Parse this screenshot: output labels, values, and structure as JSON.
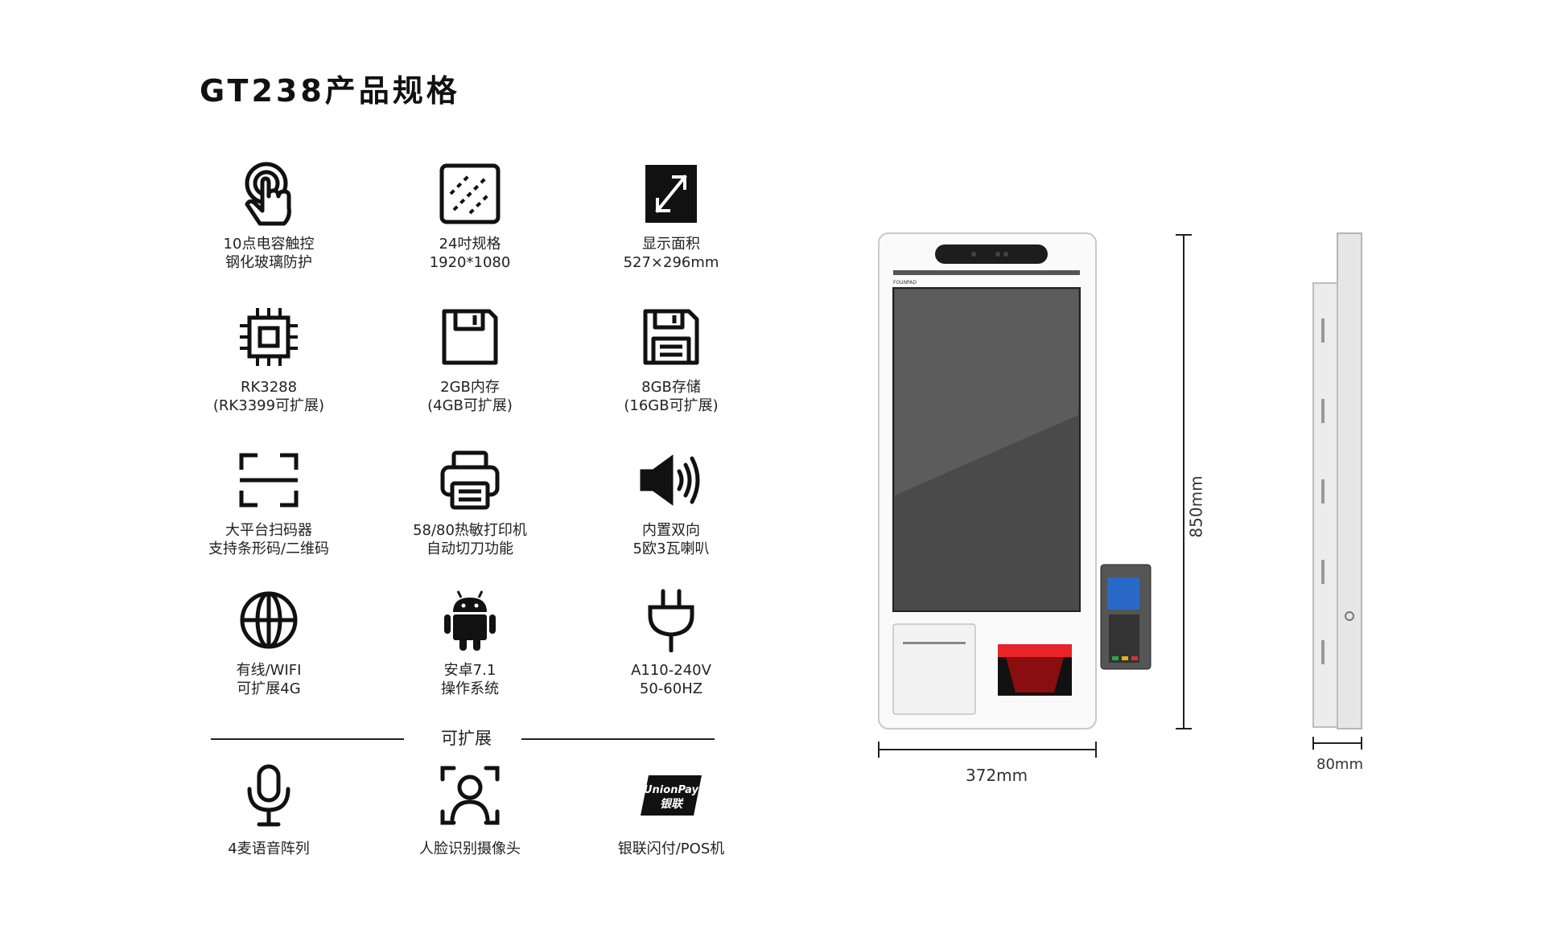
{
  "title": "GT238产品规格",
  "specs": [
    {
      "icon": "touch-hand-icon",
      "lines": [
        "10点电容触控",
        "钢化玻璃防护"
      ]
    },
    {
      "icon": "screen-size-icon",
      "lines": [
        "24吋规格",
        "1920*1080"
      ]
    },
    {
      "icon": "display-area-icon",
      "lines": [
        "显示面积",
        "527×296mm"
      ]
    },
    {
      "icon": "cpu-chip-icon",
      "lines": [
        "RK3288",
        "(RK3399可扩展)"
      ]
    },
    {
      "icon": "memory-icon",
      "lines": [
        "2GB内存",
        "(4GB可扩展)"
      ]
    },
    {
      "icon": "storage-icon",
      "lines": [
        "8GB存储",
        "(16GB可扩展)"
      ]
    },
    {
      "icon": "scanner-icon",
      "lines": [
        "大平台扫码器",
        "支持条形码/二维码"
      ]
    },
    {
      "icon": "printer-icon",
      "lines": [
        "58/80热敏打印机",
        "自动切刀功能"
      ]
    },
    {
      "icon": "speaker-icon",
      "lines": [
        "内置双向",
        "5欧3瓦喇叭"
      ]
    },
    {
      "icon": "globe-network-icon",
      "lines": [
        "有线/WIFI",
        "可扩展4G"
      ]
    },
    {
      "icon": "android-icon",
      "lines": [
        "安卓7.1",
        "操作系统"
      ]
    },
    {
      "icon": "power-plug-icon",
      "lines": [
        "A110-240V",
        "50-60HZ"
      ]
    }
  ],
  "expandable_label": "可扩展",
  "optional_specs": [
    {
      "icon": "microphone-icon",
      "lines": [
        "4麦语音阵列"
      ]
    },
    {
      "icon": "face-recognition-icon",
      "lines": [
        "人脸识别摄像头"
      ]
    },
    {
      "icon": "unionpay-logo-icon",
      "lines": [
        "银联闪付/POS机"
      ]
    }
  ],
  "unionpay_logo_text": [
    "UnionPay",
    "银联"
  ],
  "device": {
    "brand": "FOUNPAD",
    "width_label": "372mm",
    "height_label": "850mm",
    "depth_label": "80mm"
  }
}
